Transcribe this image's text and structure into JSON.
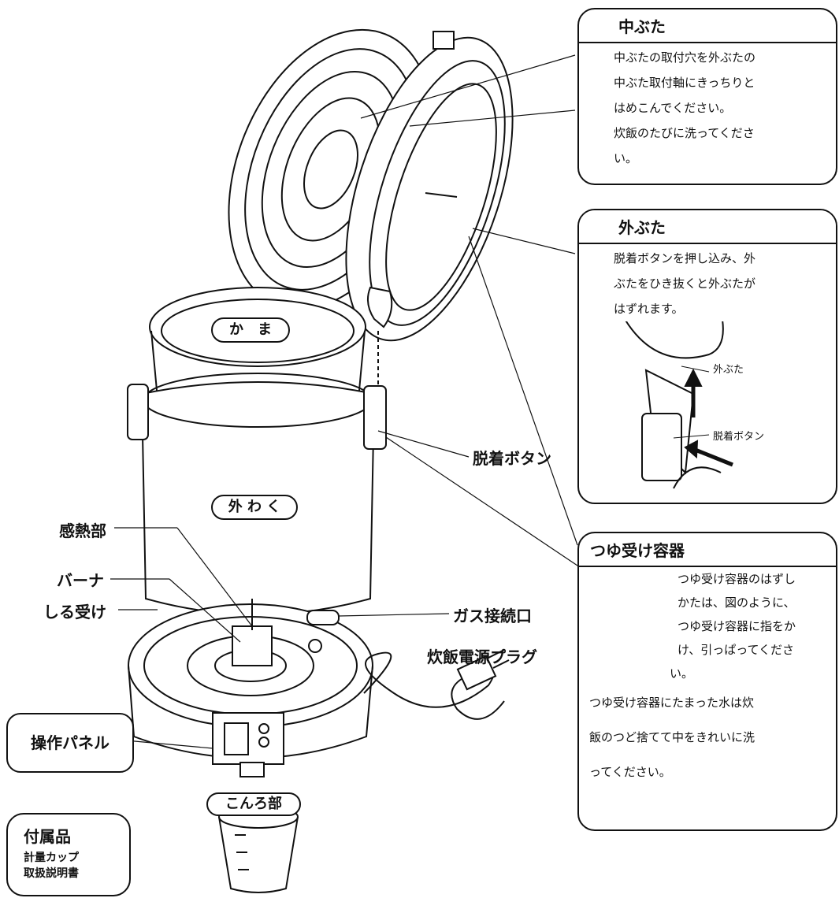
{
  "callouts": {
    "nakabuta": {
      "title": "中ぶた",
      "lines": [
        "中ぶたの取付穴を外ぶたの",
        "中ぶた取付軸にきっちりと",
        "はめこんでください。",
        "炊飯のたびに洗ってくださ",
        "い。"
      ]
    },
    "sotobuta": {
      "title": "外ぶた",
      "lines": [
        "脱着ボタンを押し込み、外",
        "ぶたをひき抜くと外ぶたが",
        "はずれます。"
      ],
      "inset_labels": {
        "lid": "外ぶた",
        "button": "脱着ボタン"
      }
    },
    "tsuyuuke": {
      "title": "つゆ受け容器",
      "lines_right": [
        "つゆ受け容器のはずし",
        "かたは、図のように、",
        "つゆ受け容器に指をか",
        "け、引っぱってくださ",
        "い。"
      ],
      "lines_full": [
        "つゆ受け容器にたまった水は炊",
        "飯のつど捨てて中をきれいに洗",
        "ってください。"
      ]
    }
  },
  "parts": {
    "kama": "か　ま",
    "sotowaku": "外 わ く",
    "dattyaku_button": "脱着ボタン",
    "kannetsubu": "感熱部",
    "burner": "バーナ",
    "shiruuke": "しる受け",
    "gas_port": "ガス接続口",
    "power_plug": "炊飯電源プラグ",
    "control_panel": "操作パネル",
    "konro": "こんろ部"
  },
  "accessories": {
    "title": "付属品",
    "items": [
      "計量カップ",
      "取扱説明書"
    ]
  }
}
